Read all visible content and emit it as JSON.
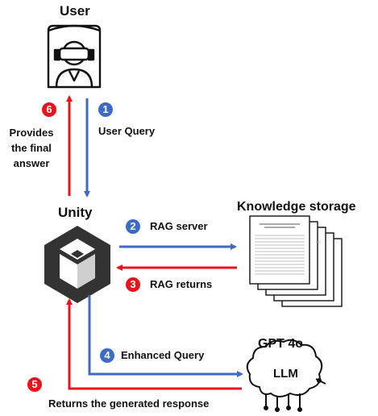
{
  "nodes": {
    "user": "User",
    "unity": "Unity",
    "knowledge": "Knowledge storage",
    "gpt": "GPT 4o",
    "llm": "LLM"
  },
  "steps": [
    {
      "num": "1",
      "label": "User Query",
      "color": "#3d6bc4"
    },
    {
      "num": "2",
      "label": "RAG server",
      "color": "#3d6bc4"
    },
    {
      "num": "3",
      "label": "RAG returns",
      "color": "#e8141c"
    },
    {
      "num": "4",
      "label": "Enhanced Query",
      "color": "#3d6bc4"
    },
    {
      "num": "5",
      "label": "Returns the generated response",
      "color": "#e8141c"
    },
    {
      "num": "6",
      "label": "Provides the final answer",
      "color": "#e8141c"
    }
  ],
  "colors": {
    "blue_arrow": "#3d6bc4",
    "red_arrow": "#e8141c"
  }
}
